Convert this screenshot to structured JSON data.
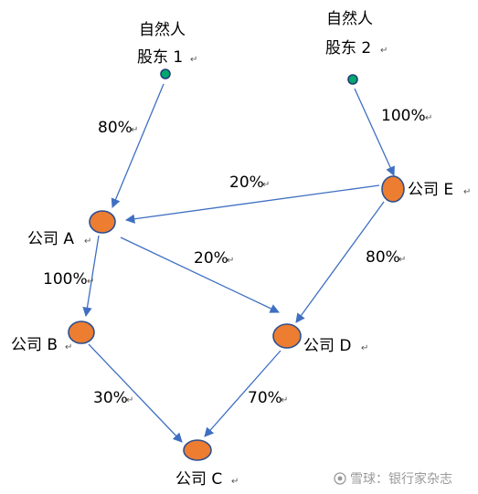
{
  "nodes": {
    "shareholder1": {
      "line1": "自然人",
      "line2": "股东 1"
    },
    "shareholder2": {
      "line1": "自然人",
      "line2": "股东 2"
    },
    "companyA": "公司 A",
    "companyB": "公司 B",
    "companyC": "公司 C",
    "companyD": "公司 D",
    "companyE": "公司 E"
  },
  "edges": {
    "s1_to_a": "80%",
    "s2_to_e": "100%",
    "e_to_a": "20%",
    "a_to_d": "20%",
    "a_to_b": "100%",
    "e_to_d": "80%",
    "b_to_c": "30%",
    "d_to_c": "70%"
  },
  "return_mark": "↵",
  "watermark": "雪球：银行家杂志",
  "colors": {
    "company_fill": "#ed7d31",
    "shareholder_fill": "#00a86b",
    "edge": "#3f6fc2"
  }
}
